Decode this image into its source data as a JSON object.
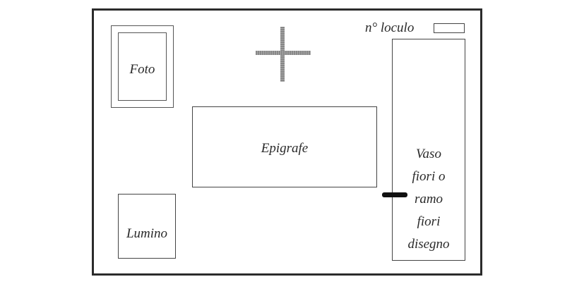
{
  "labels": {
    "photo": "Foto",
    "epitaph": "Epigrafe",
    "lamp": "Lumino",
    "niche_number": "n° loculo",
    "vase_lines": [
      "Vaso",
      "fiori o",
      "ramo",
      "fiori",
      "disegno"
    ]
  },
  "icons": {
    "cross": "cross-icon"
  }
}
